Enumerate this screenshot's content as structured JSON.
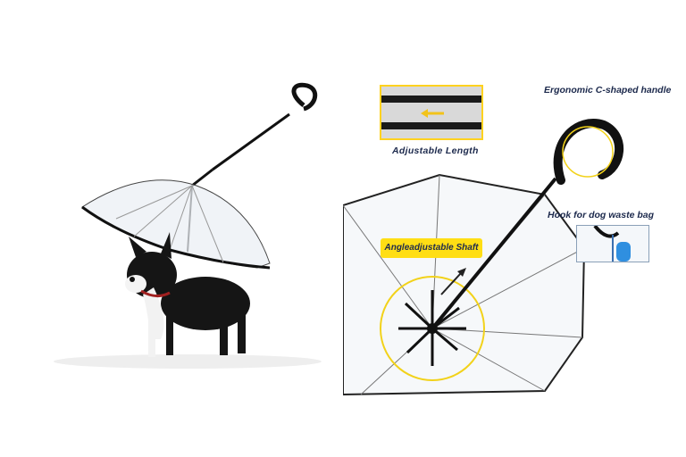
{
  "image": {
    "left_panel": {
      "subject": "dog-with-umbrella"
    },
    "right_panel": {
      "labels": {
        "adjustable_length": "Adjustable  Length",
        "handle": "Ergonomic C-shaped handle",
        "hook": "Hook for dog waste bag",
        "shaft": "Angleadjustable Shaft"
      }
    },
    "colors": {
      "accent_yellow": "#ffde14",
      "label_text": "#1d2a4d",
      "handle_black": "#111111",
      "canopy_edge": "#1a1a1a"
    }
  }
}
